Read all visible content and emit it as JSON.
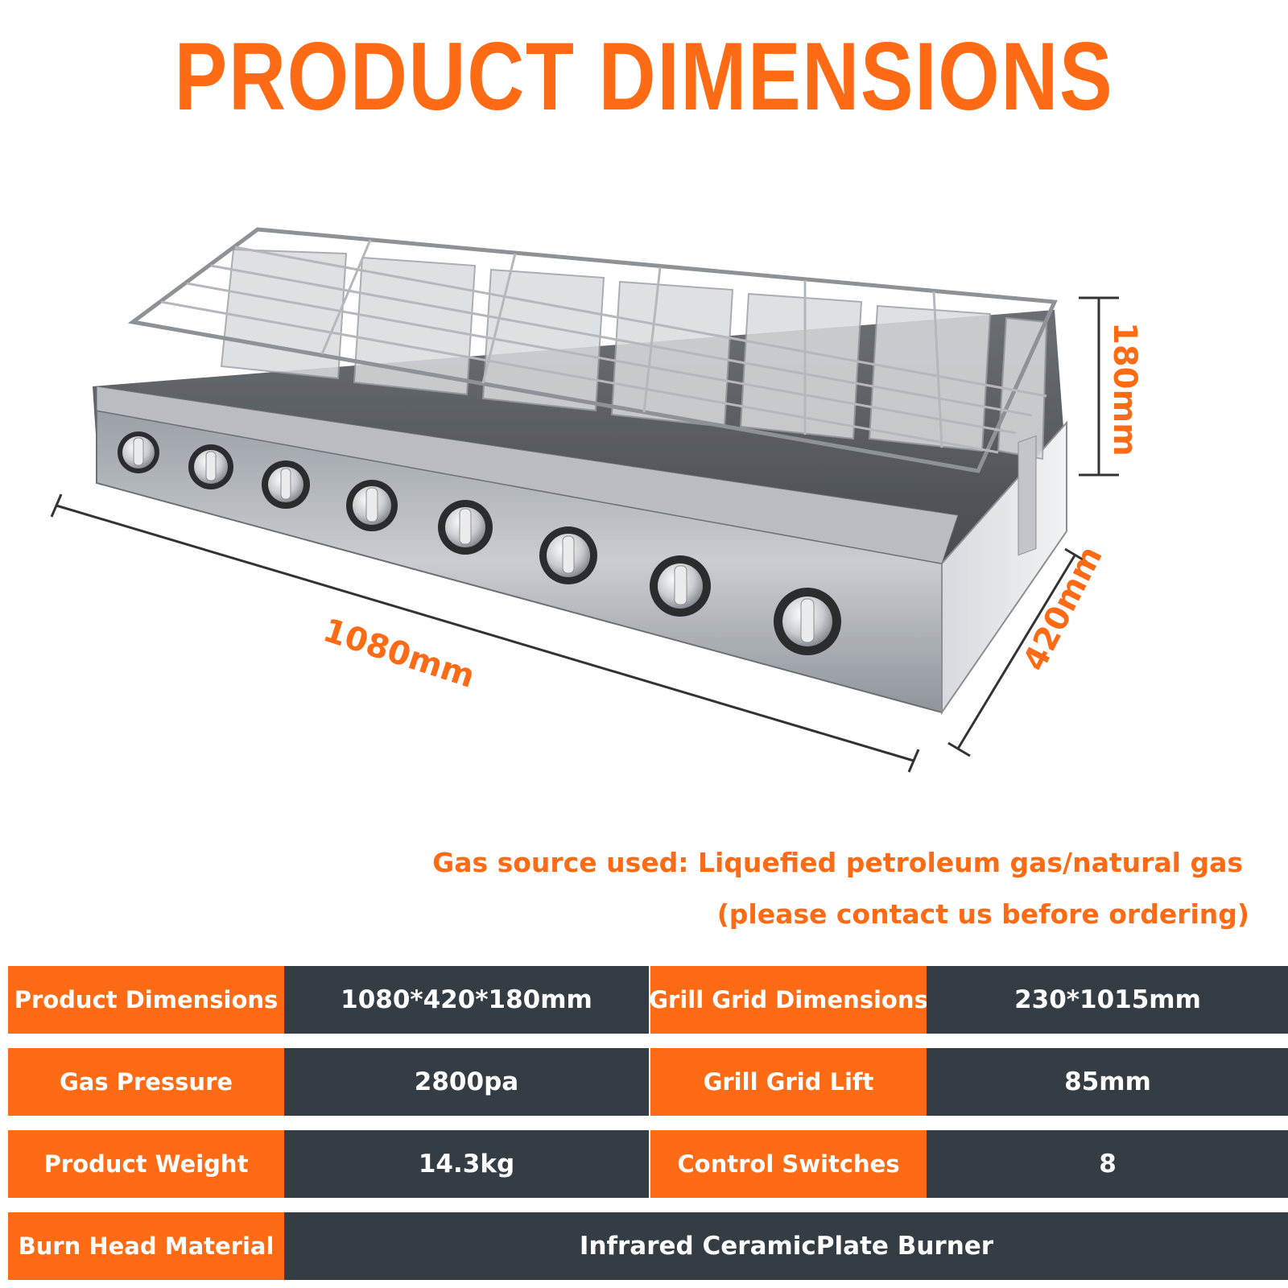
{
  "title": "PRODUCT DIMENSIONS",
  "dimensions": {
    "width": "1080mm",
    "depth": "420mm",
    "height": "180mm"
  },
  "gas_note": {
    "line1": "Gas source used: Liquefied petroleum gas/natural gas",
    "line2": "(please contact us before ordering)"
  },
  "specs": [
    {
      "label": "Product Dimensions",
      "value": "1080*420*180mm"
    },
    {
      "label": "Grill Grid Dimensions",
      "value": "230*1015mm"
    },
    {
      "label": "Gas Pressure",
      "value": "2800pa"
    },
    {
      "label": "Grill Grid Lift",
      "value": "85mm"
    },
    {
      "label": "Product Weight",
      "value": "14.3kg"
    },
    {
      "label": "Control Switches",
      "value": "8"
    },
    {
      "label": "Burn Head Material",
      "value": "Infrared CeramicPlate Burner"
    }
  ],
  "colors": {
    "accent": "#ff6a14",
    "dark": "#343d44"
  },
  "knob_count": 8,
  "burner_count": 7
}
